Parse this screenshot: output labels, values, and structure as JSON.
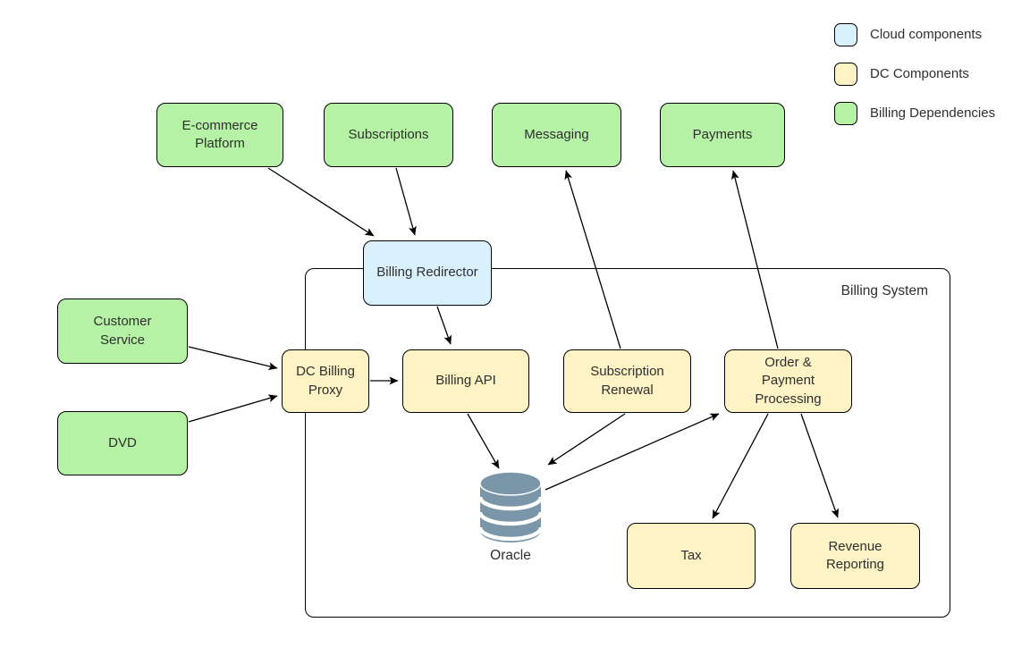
{
  "colors": {
    "cloud": "#d9f1fd",
    "dc": "#fdf3c4",
    "dependency": "#b6f2a5",
    "database": "#7a96a8",
    "line": "#000000",
    "text": "#2f2f2f"
  },
  "legend": {
    "items": [
      {
        "label": "Cloud components",
        "type": "cloud",
        "color": "#d9f1fd"
      },
      {
        "label": "DC Components",
        "type": "dc",
        "color": "#fdf3c4"
      },
      {
        "label": "Billing Dependencies",
        "type": "dependency",
        "color": "#b6f2a5"
      }
    ]
  },
  "container": {
    "label": "Billing System"
  },
  "nodes": {
    "ecommerce": {
      "label": "E-commerce Platform",
      "type": "dependency"
    },
    "subscriptions": {
      "label": "Subscriptions",
      "type": "dependency"
    },
    "messaging": {
      "label": "Messaging",
      "type": "dependency"
    },
    "payments": {
      "label": "Payments",
      "type": "dependency"
    },
    "customer_service": {
      "label": "Customer Service",
      "type": "dependency"
    },
    "dvd": {
      "label": "DVD",
      "type": "dependency"
    },
    "billing_redirector": {
      "label": "Billing Redirector",
      "type": "cloud"
    },
    "dc_billing_proxy": {
      "label": "DC Billing Proxy",
      "type": "dc"
    },
    "billing_api": {
      "label": "Billing API",
      "type": "dc"
    },
    "subscription_renewal": {
      "label": "Subscription Renewal",
      "type": "dc"
    },
    "order_payment": {
      "label": "Order & Payment Processing",
      "type": "dc"
    },
    "tax": {
      "label": "Tax",
      "type": "dc"
    },
    "revenue_reporting": {
      "label": "Revenue Reporting",
      "type": "dc"
    }
  },
  "database": {
    "label": "Oracle",
    "color": "#7a96a8"
  },
  "edges": [
    {
      "from": "ecommerce",
      "to": "billing_redirector"
    },
    {
      "from": "subscriptions",
      "to": "billing_redirector"
    },
    {
      "from": "billing_redirector",
      "to": "billing_api"
    },
    {
      "from": "customer_service",
      "to": "dc_billing_proxy"
    },
    {
      "from": "dvd",
      "to": "dc_billing_proxy"
    },
    {
      "from": "dc_billing_proxy",
      "to": "billing_api"
    },
    {
      "from": "billing_api",
      "to": "oracle"
    },
    {
      "from": "subscription_renewal",
      "to": "oracle"
    },
    {
      "from": "oracle",
      "to": "order_payment"
    },
    {
      "from": "subscription_renewal",
      "to": "messaging"
    },
    {
      "from": "order_payment",
      "to": "payments"
    },
    {
      "from": "order_payment",
      "to": "tax"
    },
    {
      "from": "order_payment",
      "to": "revenue_reporting"
    }
  ]
}
